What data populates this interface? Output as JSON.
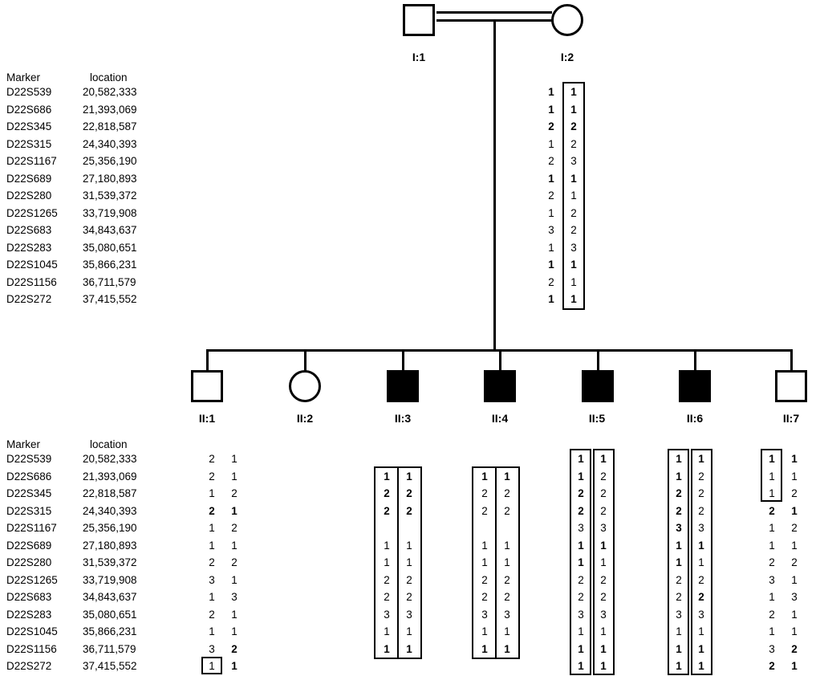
{
  "headers": {
    "marker": "Marker",
    "location": "location"
  },
  "markers": [
    {
      "name": "D22S539",
      "loc": "20,582,333"
    },
    {
      "name": "D22S686",
      "loc": "21,393,069"
    },
    {
      "name": "D22S345",
      "loc": "22,818,587"
    },
    {
      "name": "D22S315",
      "loc": "24,340,393"
    },
    {
      "name": "D22S1167",
      "loc": "25,356,190"
    },
    {
      "name": "D22S689",
      "loc": "27,180,893"
    },
    {
      "name": "D22S280",
      "loc": "31,539,372"
    },
    {
      "name": "D22S1265",
      "loc": "33,719,908"
    },
    {
      "name": "D22S683",
      "loc": "34,843,637"
    },
    {
      "name": "D22S283",
      "loc": "35,080,651"
    },
    {
      "name": "D22S1045",
      "loc": "35,866,231"
    },
    {
      "name": "D22S1156",
      "loc": "36,711,579"
    },
    {
      "name": "D22S272",
      "loc": "37,415,552"
    }
  ],
  "individuals": [
    {
      "id": "I:1",
      "generation": 1,
      "sex": "male",
      "affected": false
    },
    {
      "id": "I:2",
      "generation": 1,
      "sex": "female",
      "affected": false
    },
    {
      "id": "II:1",
      "generation": 2,
      "sex": "male",
      "affected": false
    },
    {
      "id": "II:2",
      "generation": 2,
      "sex": "female",
      "affected": false
    },
    {
      "id": "II:3",
      "generation": 2,
      "sex": "male",
      "affected": true
    },
    {
      "id": "II:4",
      "generation": 2,
      "sex": "male",
      "affected": true
    },
    {
      "id": "II:5",
      "generation": 2,
      "sex": "male",
      "affected": true
    },
    {
      "id": "II:6",
      "generation": 2,
      "sex": "male",
      "affected": true
    },
    {
      "id": "II:7",
      "generation": 2,
      "sex": "male",
      "affected": false
    }
  ],
  "union": {
    "partners": [
      "I:1",
      "I:2"
    ],
    "consanguineous": true,
    "children": [
      "II:1",
      "II:2",
      "II:3",
      "II:4",
      "II:5",
      "II:6",
      "II:7"
    ]
  },
  "haplotypes": {
    "I2": {
      "rows": [
        [
          "1",
          "1",
          1,
          1
        ],
        [
          "1",
          "1",
          1,
          1
        ],
        [
          "2",
          "2",
          1,
          1
        ],
        [
          "1",
          "2",
          0,
          0
        ],
        [
          "2",
          "3",
          0,
          0
        ],
        [
          "1",
          "1",
          1,
          1
        ],
        [
          "2",
          "1",
          0,
          0
        ],
        [
          "1",
          "2",
          0,
          0
        ],
        [
          "3",
          "2",
          0,
          0
        ],
        [
          "1",
          "3",
          0,
          0
        ],
        [
          "1",
          "1",
          1,
          1
        ],
        [
          "2",
          "1",
          0,
          0
        ],
        [
          "1",
          "1",
          1,
          1
        ]
      ]
    },
    "II1": {
      "rows": [
        [
          "2",
          "1",
          0,
          0
        ],
        [
          "2",
          "1",
          0,
          0
        ],
        [
          "1",
          "2",
          0,
          0
        ],
        [
          "2",
          "1",
          1,
          1
        ],
        [
          "1",
          "2",
          0,
          0
        ],
        [
          "1",
          "1",
          0,
          0
        ],
        [
          "2",
          "2",
          0,
          0
        ],
        [
          "3",
          "1",
          0,
          0
        ],
        [
          "1",
          "3",
          0,
          0
        ],
        [
          "2",
          "1",
          0,
          0
        ],
        [
          "1",
          "1",
          0,
          0
        ],
        [
          "3",
          "2",
          0,
          1
        ],
        [
          "1",
          "1",
          0,
          1
        ]
      ]
    },
    "II3": {
      "rows": [
        [
          "",
          "",
          0,
          0
        ],
        [
          "1",
          "1",
          1,
          1
        ],
        [
          "2",
          "2",
          1,
          1
        ],
        [
          "2",
          "2",
          1,
          1
        ],
        [
          "",
          "",
          0,
          0
        ],
        [
          "1",
          "1",
          0,
          0
        ],
        [
          "1",
          "1",
          0,
          0
        ],
        [
          "2",
          "2",
          0,
          0
        ],
        [
          "2",
          "2",
          0,
          0
        ],
        [
          "3",
          "3",
          0,
          0
        ],
        [
          "1",
          "1",
          0,
          0
        ],
        [
          "1",
          "1",
          1,
          1
        ],
        [
          "",
          "",
          0,
          0
        ]
      ]
    },
    "II4": {
      "rows": [
        [
          "",
          "",
          0,
          0
        ],
        [
          "1",
          "1",
          1,
          1
        ],
        [
          "2",
          "2",
          0,
          0
        ],
        [
          "2",
          "2",
          0,
          0
        ],
        [
          "",
          "",
          0,
          0
        ],
        [
          "1",
          "1",
          0,
          0
        ],
        [
          "1",
          "1",
          0,
          0
        ],
        [
          "2",
          "2",
          0,
          0
        ],
        [
          "2",
          "2",
          0,
          0
        ],
        [
          "3",
          "3",
          0,
          0
        ],
        [
          "1",
          "1",
          0,
          0
        ],
        [
          "1",
          "1",
          1,
          1
        ],
        [
          "",
          "",
          0,
          0
        ]
      ]
    },
    "II5": {
      "rows": [
        [
          "1",
          "1",
          1,
          1
        ],
        [
          "1",
          "2",
          1,
          0
        ],
        [
          "2",
          "2",
          1,
          0
        ],
        [
          "2",
          "2",
          1,
          0
        ],
        [
          "3",
          "3",
          0,
          0
        ],
        [
          "1",
          "1",
          1,
          1
        ],
        [
          "1",
          "1",
          1,
          0
        ],
        [
          "2",
          "2",
          0,
          0
        ],
        [
          "2",
          "2",
          0,
          0
        ],
        [
          "3",
          "3",
          0,
          0
        ],
        [
          "1",
          "1",
          0,
          0
        ],
        [
          "1",
          "1",
          1,
          1
        ],
        [
          "1",
          "1",
          1,
          1
        ]
      ]
    },
    "II6": {
      "rows": [
        [
          "1",
          "1",
          1,
          1
        ],
        [
          "1",
          "2",
          1,
          0
        ],
        [
          "2",
          "2",
          1,
          0
        ],
        [
          "2",
          "2",
          1,
          0
        ],
        [
          "3",
          "3",
          1,
          0
        ],
        [
          "1",
          "1",
          1,
          1
        ],
        [
          "1",
          "1",
          1,
          0
        ],
        [
          "2",
          "2",
          0,
          0
        ],
        [
          "2",
          "2",
          0,
          1
        ],
        [
          "3",
          "3",
          0,
          0
        ],
        [
          "1",
          "1",
          0,
          0
        ],
        [
          "1",
          "1",
          1,
          1
        ],
        [
          "1",
          "1",
          1,
          1
        ]
      ]
    },
    "II7": {
      "rows": [
        [
          "1",
          "1",
          1,
          1
        ],
        [
          "1",
          "1",
          0,
          0
        ],
        [
          "1",
          "2",
          0,
          0
        ],
        [
          "2",
          "1",
          1,
          1
        ],
        [
          "1",
          "2",
          0,
          0
        ],
        [
          "1",
          "1",
          0,
          0
        ],
        [
          "2",
          "2",
          0,
          0
        ],
        [
          "3",
          "1",
          0,
          0
        ],
        [
          "1",
          "3",
          0,
          0
        ],
        [
          "2",
          "1",
          0,
          0
        ],
        [
          "1",
          "1",
          0,
          0
        ],
        [
          "3",
          "2",
          0,
          1
        ],
        [
          "2",
          "1",
          1,
          1
        ]
      ]
    }
  },
  "boxed_regions": [
    {
      "individual": "I:2",
      "columns": "right",
      "markers": "D22S539-D22S272"
    },
    {
      "individual": "II:1",
      "columns": "left",
      "markers": "D22S272"
    },
    {
      "individual": "II:3",
      "columns": "both",
      "markers": "D22S686-D22S1156"
    },
    {
      "individual": "II:4",
      "columns": "both",
      "markers": "D22S686-D22S1156"
    },
    {
      "individual": "II:5",
      "columns": "both",
      "markers": "D22S539-D22S272"
    },
    {
      "individual": "II:6",
      "columns": "both",
      "markers": "D22S539-D22S272"
    },
    {
      "individual": "II:7",
      "columns": "left",
      "markers": "D22S539-D22S345"
    }
  ]
}
